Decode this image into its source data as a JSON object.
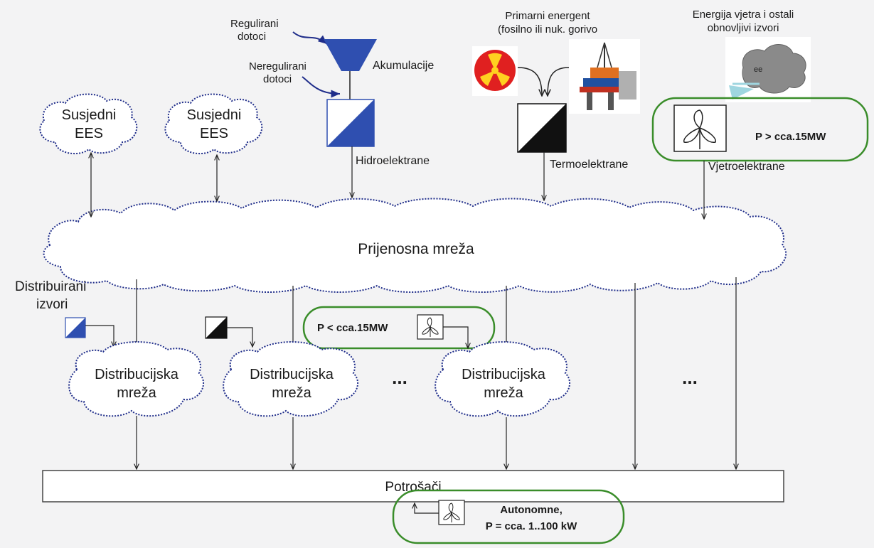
{
  "labels": {
    "susjedni_1": [
      "Susjedni",
      "EES"
    ],
    "susjedni_2": [
      "Susjedni",
      "EES"
    ],
    "regulirani": [
      "Regulirani",
      "dotoci"
    ],
    "neregulirani": [
      "Neregulirani",
      "dotoci"
    ],
    "akumulacije": "Akumulacije",
    "hidroelektrane": "Hidroelektrane",
    "primarni": [
      "Primarni energent",
      "(fosilno ili nuk. gorivo"
    ],
    "termoelektrane": "Termoelektrane",
    "energija_vjetra": [
      "Energija vjetra i ostali",
      "obnovljivi izvori"
    ],
    "vjetro_power": "P > cca.15MW",
    "vjetroelektrane": "Vjetroelektrane",
    "prijenosna": "Prijenosna mreža",
    "distribuirani": [
      "Distribuirani",
      "izvori"
    ],
    "small_wind_power": "P < cca.15MW",
    "distribucijska_1": [
      "Distribucijska",
      "mreža"
    ],
    "distribucijska_2": [
      "Distribucijska",
      "mreža"
    ],
    "distribucijska_3": [
      "Distribucijska",
      "mreža"
    ],
    "ellipsis_1": "...",
    "ellipsis_2": "...",
    "potrosaci": "Potrošači",
    "autonomne": [
      "Autonomne,",
      "P = cca. 1..100 kW"
    ]
  },
  "colors": {
    "hydro_blue": "#2f4fb0",
    "cloud_border": "#1f2d8a",
    "green_frame": "#3a8d2a",
    "nuclear_red": "#e02020",
    "background": "#f3f3f4"
  },
  "icons": {
    "hydro_plant": "diagonal-split-square-blue",
    "thermal_plant": "diagonal-split-square-black",
    "wind_turbine": "wind-turbine-icon",
    "nuclear": "radiation-icon",
    "oil_rig": "oil-rig-icon",
    "wind_cloud": "wind-cloud-icon",
    "reservoir": "funnel-reservoir-icon"
  }
}
